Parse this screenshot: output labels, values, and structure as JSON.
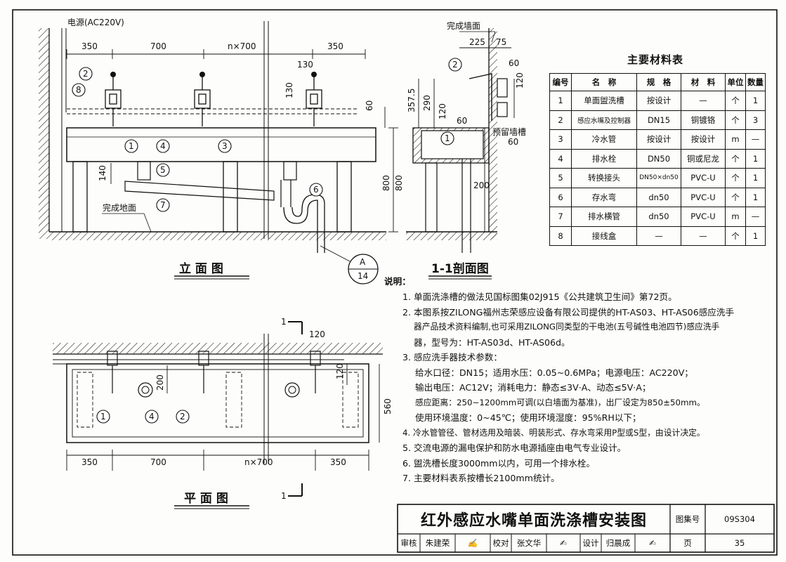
{
  "elevation": {
    "title": "立 面 图",
    "power_label": "电源(AC220V)",
    "dims_top": [
      "350",
      "700",
      "n×700",
      "350"
    ],
    "dim_130_a": "130",
    "dim_130_b": "130",
    "dim_60": "60",
    "dim_140": "140",
    "dim_800": "800",
    "floor_label": "完成地面",
    "callouts": [
      "1",
      "2",
      "3",
      "4",
      "5",
      "6",
      "7",
      "8"
    ],
    "detail_ref": {
      "top": "A",
      "bottom": "14"
    }
  },
  "section": {
    "title": "1-1剖面图",
    "wall_label": "完成墙面",
    "embed_label": "预留墙槽",
    "dims": [
      "225",
      "75",
      "60",
      "120",
      "357.5",
      "290",
      "120",
      "60",
      "60",
      "800",
      "200"
    ],
    "callouts": [
      "2",
      "1"
    ]
  },
  "plan": {
    "title": "平 面 图",
    "section_mark": "1",
    "dims_bottom": [
      "350",
      "700",
      "n×700",
      "350"
    ],
    "dim_120": "120",
    "dim_200": "200",
    "dim_120b": "120",
    "dim_560": "560",
    "callouts": [
      "1",
      "4",
      "2"
    ]
  },
  "materials": {
    "title": "主要材料表",
    "headers": [
      "编号",
      "名　称",
      "规　格",
      "材　料",
      "单位",
      "数量"
    ],
    "rows": [
      [
        "1",
        "单面盥洗槽",
        "按设计",
        "—",
        "个",
        "1"
      ],
      [
        "2",
        "感应水嘴及控制器",
        "DN15",
        "铜镀铬",
        "个",
        "3"
      ],
      [
        "3",
        "冷水管",
        "按设计",
        "按设计",
        "m",
        "—"
      ],
      [
        "4",
        "排水栓",
        "DN50",
        "铜或尼龙",
        "个",
        "1"
      ],
      [
        "5",
        "转换接头",
        "DN50×dn50",
        "PVC-U",
        "个",
        "1"
      ],
      [
        "6",
        "存水弯",
        "dn50",
        "PVC-U",
        "个",
        "1"
      ],
      [
        "7",
        "排水横管",
        "dn50",
        "PVC-U",
        "m",
        "—"
      ],
      [
        "8",
        "接线盒",
        "—",
        "—",
        "个",
        "1"
      ]
    ]
  },
  "notes": {
    "label": "说明：",
    "items": [
      "1. 单面洗涤槽的做法见国标图集02J915《公共建筑卫生间》第72页。",
      "2. 本图系按ZILONG福州志荣感应设备有限公司提供的HT-AS03、HT-AS06感应洗手",
      "器产品技术资料编制,也可采用ZILONG同类型的干电池(五号碱性电池四节)感应洗手",
      "器，型号为：HT-AS03d、HT-AS06d。",
      "3. 感应洗手器技术参数：",
      "给水口径：DN15；适用水压：0.05~0.6MPa；电源电压：AC220V；",
      "输出电压：AC12V；消耗电力：静态≤3V·A、动态≤5V·A；",
      "感应距离：250~1200mm可调(以白墙面为基准)，出厂设定为850±50mm。",
      "使用环境温度：0~45℃；使用环境湿度：95%RH以下；",
      "4. 冷水管管径、管材选用及暗装、明装形式、存水弯采用P型或S型，由设计决定。",
      "5. 交流电源的漏电保护和防水电源插座由电气专业设计。",
      "6. 盥洗槽长度3000mm以内，可用一个排水栓。",
      "7. 主要材料表系按槽长2100mm统计。"
    ]
  },
  "title_block": {
    "drawing_title": "红外感应水嘴单面洗涤槽安装图",
    "atlas_label": "图集号",
    "atlas_no": "09S304",
    "review_label": "审核",
    "reviewer": "朱建荣",
    "check_label": "校对",
    "checker": "张文华",
    "design_label": "设计",
    "designer": "归晨成",
    "page_label": "页",
    "page_no": "35"
  }
}
